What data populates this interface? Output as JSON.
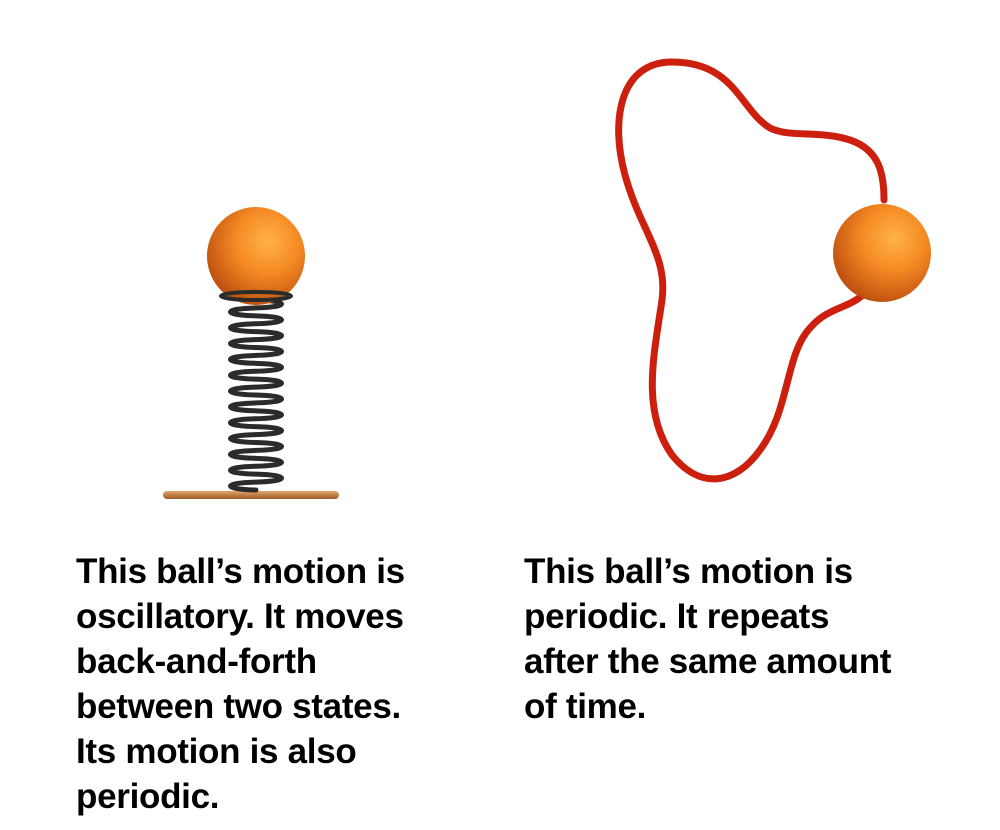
{
  "captions": {
    "oscillatory": {
      "lines": [
        "This ball’s motion is",
        "oscillatory. It moves",
        "back-and-forth",
        "between two states.",
        "Its motion is also",
        "periodic."
      ]
    },
    "periodic": {
      "lines": [
        "This ball’s motion is",
        "periodic. It repeats",
        "after the same amount",
        "of time."
      ]
    }
  },
  "colors": {
    "ball_highlight": "#ffb347",
    "ball_base": "#f07a1a",
    "ball_shadow": "#b84a0c",
    "spring": "#2b2b2b",
    "base_plate": "#c98a52",
    "loop_path": "#cc1f0e",
    "text": "#000000"
  }
}
